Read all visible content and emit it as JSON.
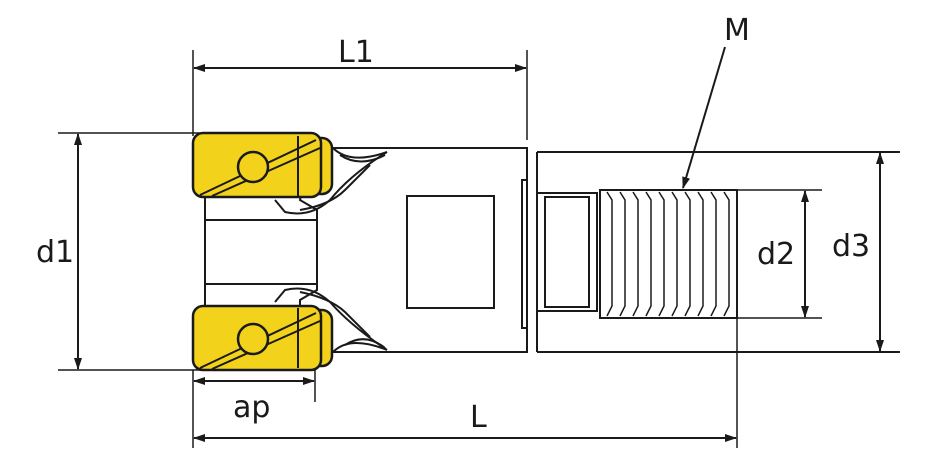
{
  "labels": {
    "L1": "L1",
    "M": "M",
    "d1": "d1",
    "d2": "d2",
    "d3": "d3",
    "ap": "ap",
    "L": "L"
  },
  "colors": {
    "insert_fill": "#f2d21a",
    "outline": "#1a1a1a",
    "background": "#ffffff"
  }
}
